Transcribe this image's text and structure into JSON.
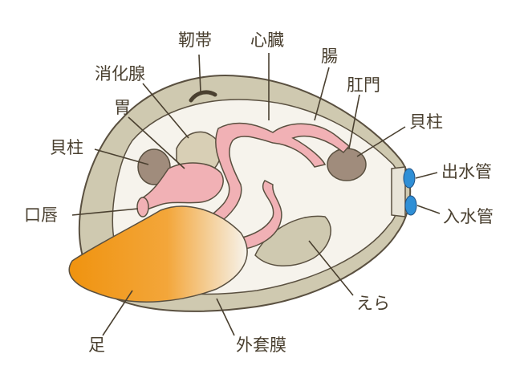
{
  "labels": {
    "ligament": "靭帯",
    "heart": "心臓",
    "intestine": "腸",
    "digestive_gland": "消化腺",
    "anus": "肛門",
    "stomach": "胃",
    "adductor_left": "貝柱",
    "adductor_right": "貝柱",
    "exhalant_siphon": "出水管",
    "inhalant_siphon": "入水管",
    "lip": "口唇",
    "gill": "えら",
    "foot": "足",
    "mantle": "外套膜"
  },
  "colors": {
    "shell": "#cfc9b0",
    "outline": "#5a5040",
    "inner": "#f6f3ec",
    "organ_pink": "#f1b1b5",
    "muscle": "#a08c7c",
    "gland": "#d8cfb5",
    "foot": "#f0930f",
    "siphon": "#2f8fd6"
  }
}
